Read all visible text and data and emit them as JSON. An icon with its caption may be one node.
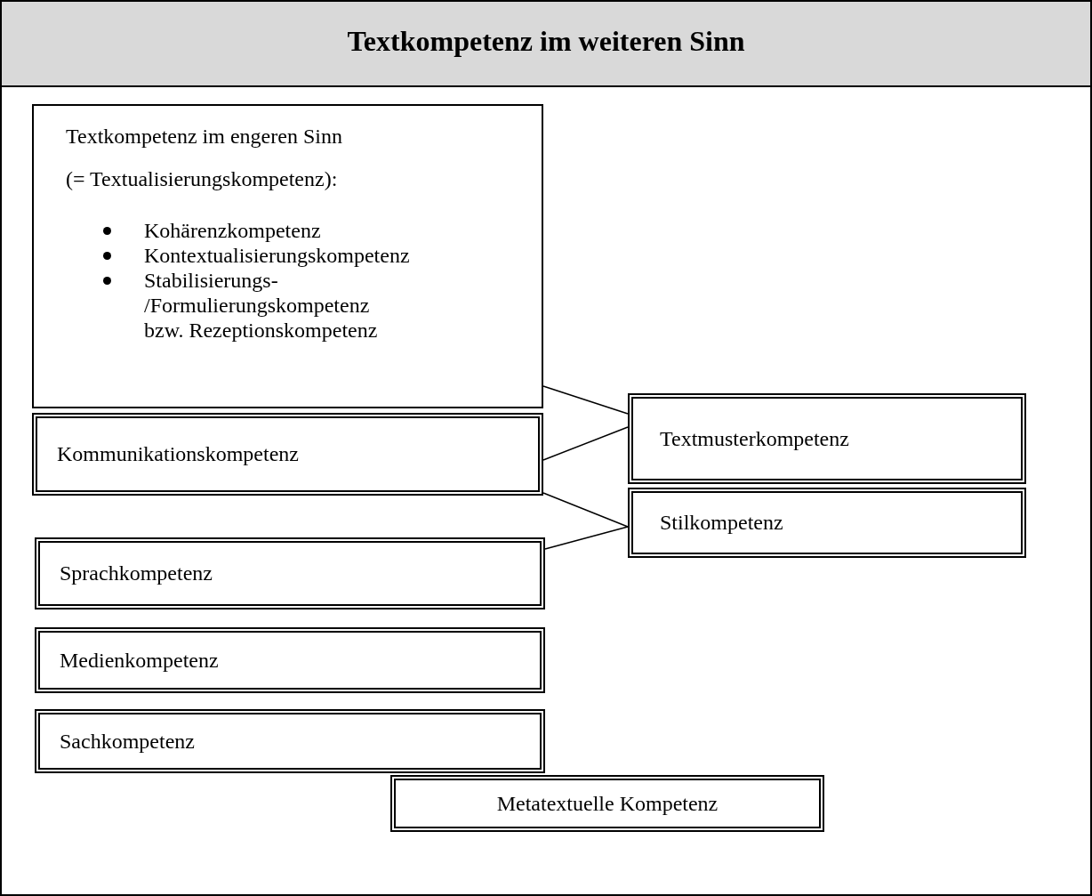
{
  "diagram": {
    "nodes": [
      {
        "text": [
          "Textkompetenz im weiteren Sinn"
        ]
      },
      {
        "text": [
          "Textkompetenz im engeren Sinn",
          "(= Textualisierungskompetenz):",
          "Kohärenzkompetenz",
          "Kontextualisierungskompetenz",
          "Stabilisierungs- /Formulierungskompetenz bzw. Rezeptionskompetenz"
        ],
        "in": 0
      },
      {
        "text": [
          "Kommunikationskompetenz"
        ],
        "in": 0
      },
      {
        "text": [
          "Textmusterkompetenz"
        ],
        "in": 0
      },
      {
        "text": [
          "Stilkompetenz"
        ],
        "in": 0
      },
      {
        "text": [
          "Sprachkompetenz"
        ],
        "in": 0
      },
      {
        "text": [
          "Medienkompetenz"
        ],
        "in": 0
      },
      {
        "text": [
          "Sachkompetenz"
        ],
        "in": 0
      },
      {
        "text": [
          "Metatextuelle Kompetenz"
        ],
        "in": 0
      }
    ],
    "edges": [
      {
        "from": 1,
        "to": 3,
        "arrow": "none"
      },
      {
        "from": 2,
        "to": 3,
        "arrow": "none"
      },
      {
        "from": 2,
        "to": 4,
        "arrow": "none"
      },
      {
        "from": 5,
        "to": 4,
        "arrow": "none"
      }
    ]
  }
}
